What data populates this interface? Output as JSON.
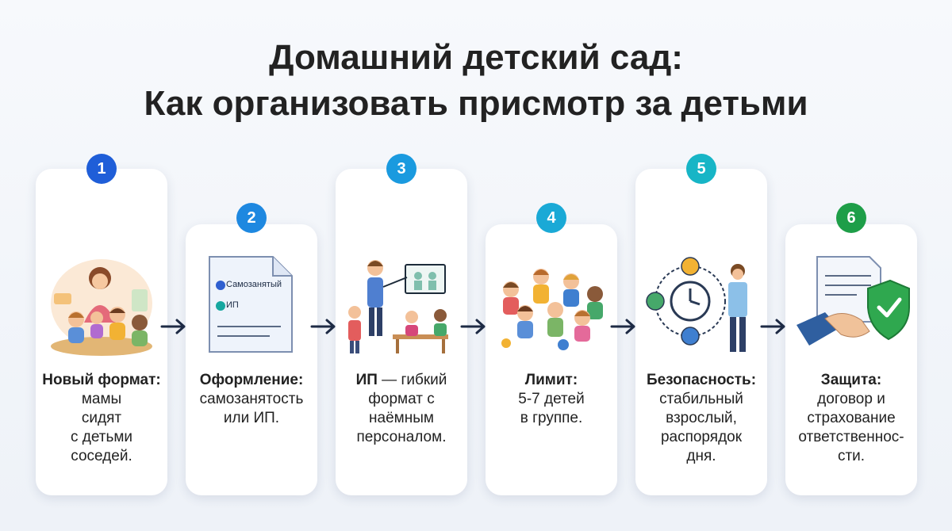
{
  "title": {
    "line1": "Домашний детский сад:",
    "line2": "Как организовать присмотр за детьми"
  },
  "steps": [
    {
      "number": "1",
      "color": "#1f5ed8",
      "heading": "Новый формат:",
      "lines": [
        "мамы",
        "сидят",
        "с детьми",
        "соседей."
      ]
    },
    {
      "number": "2",
      "color": "#1e88e0",
      "heading": "Оформление:",
      "lines": [
        "самозанятость",
        "или ИП."
      ],
      "doc_options": [
        "Самозанятый",
        "ИП"
      ]
    },
    {
      "number": "3",
      "color": "#1a9adf",
      "heading": "ИП",
      "heading_rest": " — гибкий",
      "lines": [
        "формат с",
        "наёмным",
        "персоналом."
      ]
    },
    {
      "number": "4",
      "color": "#1aa9d6",
      "heading": "Лимит:",
      "lines": [
        "5-7 детей",
        "в группе."
      ]
    },
    {
      "number": "5",
      "color": "#17b5c6",
      "heading": "Безопасность:",
      "lines": [
        "стабильный",
        "взрослый,",
        "распорядок",
        "дня."
      ]
    },
    {
      "number": "6",
      "color": "#1e9e48",
      "heading": "Защита:",
      "lines": [
        "договор и",
        "страхование",
        "ответственнос-",
        "сти."
      ]
    }
  ],
  "icons": [
    "mother-children-icon",
    "document-icon",
    "teacher-classroom-icon",
    "children-group-icon",
    "clock-routine-icon",
    "contract-shield-icon",
    "arrow-right-icon"
  ],
  "colors": {
    "text": "#222222",
    "arrow": "#1e2b45",
    "card_bg": "#ffffff"
  }
}
